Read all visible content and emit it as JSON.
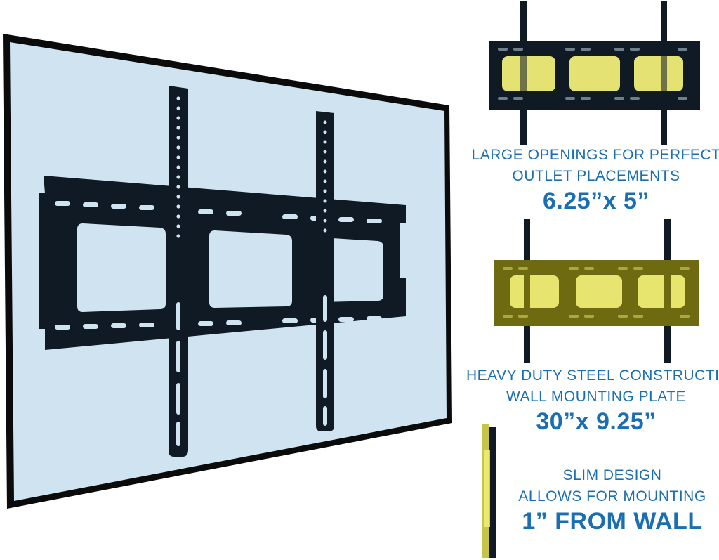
{
  "features": [
    {
      "caption_line1": "LARGE OPENINGS FOR PERFECT",
      "caption_line2": "OUTLET PLACEMENTS",
      "dimension": "6.25”x 5”"
    },
    {
      "caption_line1": "HEAVY DUTY STEEL CONSTRUCTION",
      "caption_line2": "WALL MOUNTING PLATE",
      "dimension": "30”x 9.25”"
    },
    {
      "caption_line1": "SLIM DESIGN",
      "caption_line2": "ALLOWS FOR MOUNTING",
      "dimension": "1” FROM WALL"
    }
  ],
  "colors": {
    "accent_text": "#1a6fb3",
    "screen": "#cfe3f1",
    "bracket": "#0f1a24",
    "highlight": "#f5f37a",
    "plate_highlight": "#6e6a12"
  }
}
